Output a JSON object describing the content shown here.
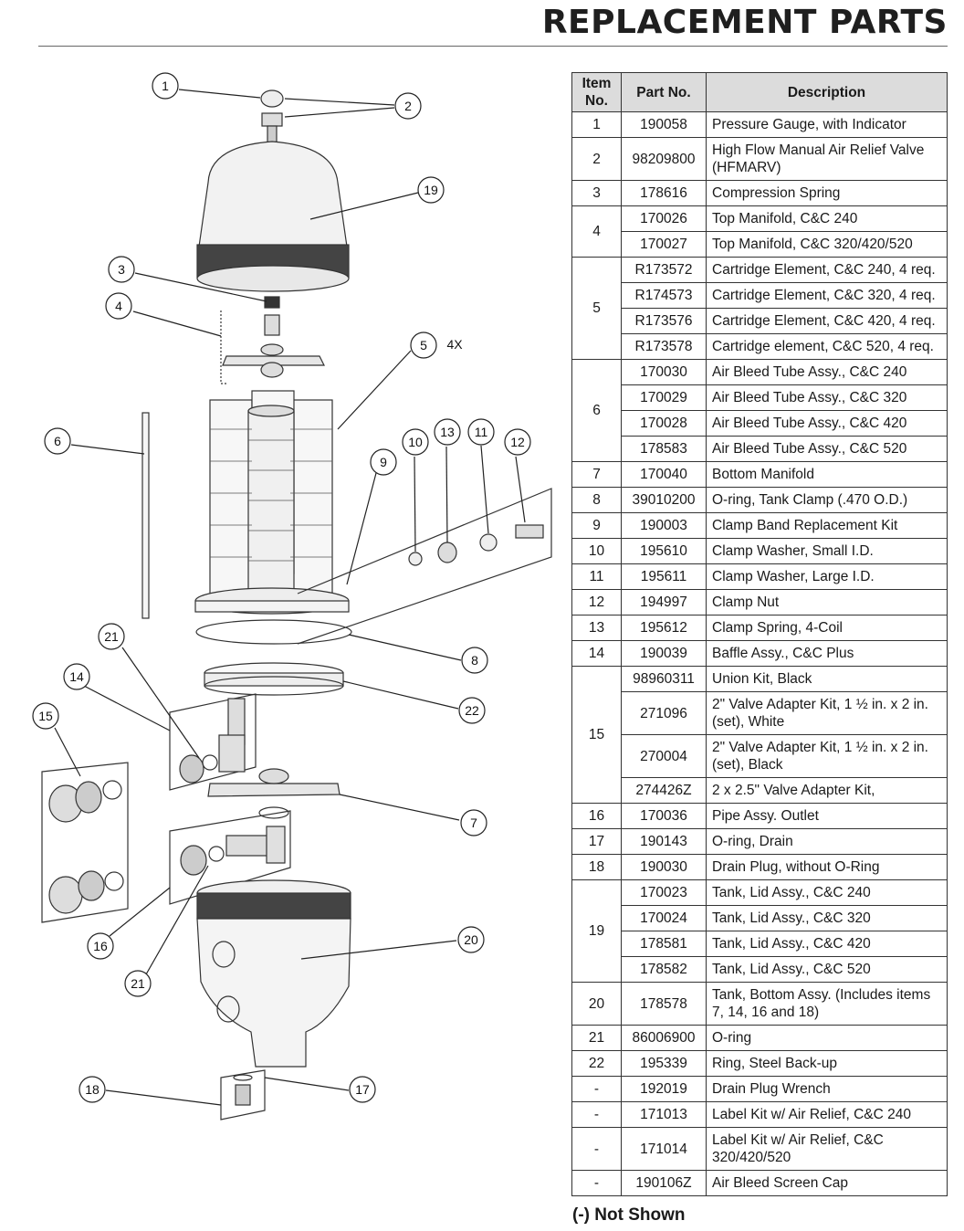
{
  "title": "REPLACEMENT PARTS",
  "table": {
    "headers": {
      "item": "Item No.",
      "part": "Part No.",
      "desc": "Description"
    },
    "groups": [
      {
        "item": "1",
        "rows": [
          {
            "part": "190058",
            "desc": "Pressure Gauge, with Indicator"
          }
        ]
      },
      {
        "item": "2",
        "rows": [
          {
            "part": "98209800",
            "desc": "High Flow Manual Air Relief Valve (HFMARV)"
          }
        ]
      },
      {
        "item": "3",
        "rows": [
          {
            "part": "178616",
            "desc": "Compression Spring"
          }
        ]
      },
      {
        "item": "4",
        "rows": [
          {
            "part": "170026",
            "desc": "Top Manifold, C&C 240"
          },
          {
            "part": "170027",
            "desc": "Top Manifold,  C&C 320/420/520"
          }
        ]
      },
      {
        "item": "5",
        "rows": [
          {
            "part": "R173572",
            "desc": "Cartridge Element, C&C 240, 4 req."
          },
          {
            "part": "R174573",
            "desc": "Cartridge Element, C&C 320, 4 req."
          },
          {
            "part": "R173576",
            "desc": "Cartridge Element, C&C 420, 4 req."
          },
          {
            "part": "R173578",
            "desc": "Cartridge element, C&C 520, 4 req."
          }
        ]
      },
      {
        "item": "6",
        "rows": [
          {
            "part": "170030",
            "desc": "Air Bleed Tube Assy., C&C 240"
          },
          {
            "part": "170029",
            "desc": "Air Bleed Tube Assy., C&C 320"
          },
          {
            "part": "170028",
            "desc": "Air Bleed Tube Assy., C&C 420"
          },
          {
            "part": "178583",
            "desc": "Air Bleed Tube Assy., C&C 520"
          }
        ]
      },
      {
        "item": "7",
        "rows": [
          {
            "part": "170040",
            "desc": "Bottom Manifold"
          }
        ]
      },
      {
        "item": "8",
        "rows": [
          {
            "part": "39010200",
            "desc": "O-ring, Tank Clamp (.470 O.D.)"
          }
        ]
      },
      {
        "item": "9",
        "rows": [
          {
            "part": "190003",
            "desc": "Clamp Band Replacement Kit"
          }
        ]
      },
      {
        "item": "10",
        "rows": [
          {
            "part": "195610",
            "desc": "Clamp Washer, Small I.D."
          }
        ]
      },
      {
        "item": "11",
        "rows": [
          {
            "part": "195611",
            "desc": "Clamp Washer, Large I.D."
          }
        ]
      },
      {
        "item": "12",
        "rows": [
          {
            "part": "194997",
            "desc": "Clamp Nut"
          }
        ]
      },
      {
        "item": "13",
        "rows": [
          {
            "part": "195612",
            "desc": "Clamp Spring, 4-Coil"
          }
        ]
      },
      {
        "item": "14",
        "rows": [
          {
            "part": "190039",
            "desc": "Baffle Assy., C&C Plus"
          }
        ]
      },
      {
        "item": "15",
        "rows": [
          {
            "part": "98960311",
            "desc": "Union Kit, Black"
          },
          {
            "part": "271096",
            "desc": "2\" Valve Adapter Kit, 1 ½ in. x 2 in. (set), White"
          },
          {
            "part": "270004",
            "desc": "2\" Valve Adapter Kit, 1 ½ in. x 2 in. (set), Black"
          },
          {
            "part": "274426Z",
            "desc": "2 x 2.5\" Valve Adapter Kit,"
          }
        ]
      },
      {
        "item": "16",
        "rows": [
          {
            "part": "170036",
            "desc": "Pipe Assy. Outlet"
          }
        ]
      },
      {
        "item": "17",
        "rows": [
          {
            "part": "190143",
            "desc": "O-ring, Drain"
          }
        ]
      },
      {
        "item": "18",
        "rows": [
          {
            "part": "190030",
            "desc": "Drain Plug, without O-Ring"
          }
        ]
      },
      {
        "item": "19",
        "rows": [
          {
            "part": "170023",
            "desc": "Tank, Lid Assy., C&C 240"
          },
          {
            "part": "170024",
            "desc": "Tank, Lid Assy., C&C 320"
          },
          {
            "part": "178581",
            "desc": "Tank, Lid Assy., C&C 420"
          },
          {
            "part": "178582",
            "desc": "Tank, Lid Assy., C&C 520"
          }
        ]
      },
      {
        "item": "20",
        "rows": [
          {
            "part": "178578",
            "desc": "Tank, Bottom Assy. (Includes items 7, 14, 16 and 18)"
          }
        ]
      },
      {
        "item": "21",
        "rows": [
          {
            "part": "86006900",
            "desc": "O-ring"
          }
        ]
      },
      {
        "item": "22",
        "rows": [
          {
            "part": "195339",
            "desc": "Ring, Steel Back-up"
          }
        ]
      },
      {
        "item": "-",
        "rows": [
          {
            "part": "192019",
            "desc": "Drain Plug Wrench"
          }
        ]
      },
      {
        "item": "-",
        "rows": [
          {
            "part": "171013",
            "desc": "Label Kit w/ Air Relief, C&C 240"
          }
        ]
      },
      {
        "item": "-",
        "rows": [
          {
            "part": "171014",
            "desc": "Label Kit w/ Air Relief, C&C 320/420/520"
          }
        ]
      },
      {
        "item": "-",
        "rows": [
          {
            "part": "190106Z",
            "desc": "Air Bleed Screen Cap"
          }
        ]
      }
    ]
  },
  "footnote": "(-) Not Shown",
  "diagram": {
    "callouts": [
      "1",
      "2",
      "19",
      "3",
      "4",
      "5",
      "6",
      "9",
      "10",
      "13",
      "11",
      "12",
      "21",
      "14",
      "15",
      "8",
      "22",
      "7",
      "16",
      "21",
      "20",
      "18",
      "17"
    ],
    "qty_label": "4X"
  }
}
